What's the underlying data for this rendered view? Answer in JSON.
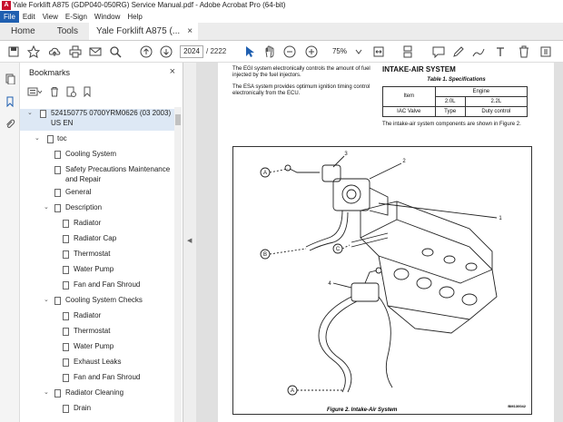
{
  "window": {
    "title": "Yale Forklift A875 (GDP040-050RG) Service Manual.pdf - Adobe Acrobat Pro (64-bit)"
  },
  "menubar": [
    "File",
    "Edit",
    "View",
    "E-Sign",
    "Window",
    "Help"
  ],
  "tabs": {
    "home": "Home",
    "tools": "Tools",
    "document": "Yale Forklift A875 (...",
    "close": "×"
  },
  "toolbar": {
    "current_page": "2024",
    "total_pages": "/ 2222",
    "zoom": "75%"
  },
  "bookmarks": {
    "header": "Bookmarks",
    "items": [
      {
        "label": "524150775 0700YRM0626 (03 2003)",
        "level": 0,
        "expand": "⌄"
      },
      {
        "label": "US EN",
        "level": 0,
        "continuation": true
      },
      {
        "label": "toc",
        "level": 1,
        "expand": "⌄"
      },
      {
        "label": "Cooling System",
        "level": 2
      },
      {
        "label": "Safety Precautions Maintenance",
        "level": 2
      },
      {
        "label": "and Repair",
        "level": 2,
        "continuation": true
      },
      {
        "label": "General",
        "level": 2
      },
      {
        "label": "Description",
        "level": 2,
        "expand": "⌄"
      },
      {
        "label": "Radiator",
        "level": 3
      },
      {
        "label": "Radiator Cap",
        "level": 3
      },
      {
        "label": "Thermostat",
        "level": 3
      },
      {
        "label": "Water Pump",
        "level": 3
      },
      {
        "label": "Fan and Fan Shroud",
        "level": 3
      },
      {
        "label": "Cooling System Checks",
        "level": 2,
        "expand": "⌄"
      },
      {
        "label": "Radiator",
        "level": 3
      },
      {
        "label": "Thermostat",
        "level": 3
      },
      {
        "label": "Water Pump",
        "level": 3
      },
      {
        "label": "Exhaust Leaks",
        "level": 3
      },
      {
        "label": "Fan and Fan Shroud",
        "level": 3
      },
      {
        "label": "Radiator Cleaning",
        "level": 2,
        "expand": "⌄"
      },
      {
        "label": "Drain",
        "level": 3
      }
    ]
  },
  "doc": {
    "egi_text": "The EGI system electronically controls the amount of fuel injected by the fuel injectors.",
    "esa_text": "The ESA system provides optimum ignition timing control electronically from the ECU.",
    "section_title": "INTAKE-AIR SYSTEM",
    "table_caption": "Table 1.  Specifications",
    "table": {
      "h_item": "Item",
      "h_engine": "Engine",
      "c_20": "2.0L",
      "c_22": "2.2L",
      "r_item": "IAC Valve",
      "r_type": "Type",
      "r_val": "Duty control"
    },
    "intake_text": "The intake-air system components are shown in Figure 2.",
    "fig_caption": "Figure 2.  Intake-Air System",
    "fig_id": "BM130042",
    "callouts": {
      "c1": "1",
      "c2": "2",
      "c3": "3",
      "c4": "4",
      "A": "A",
      "B": "B",
      "C": "C"
    }
  }
}
